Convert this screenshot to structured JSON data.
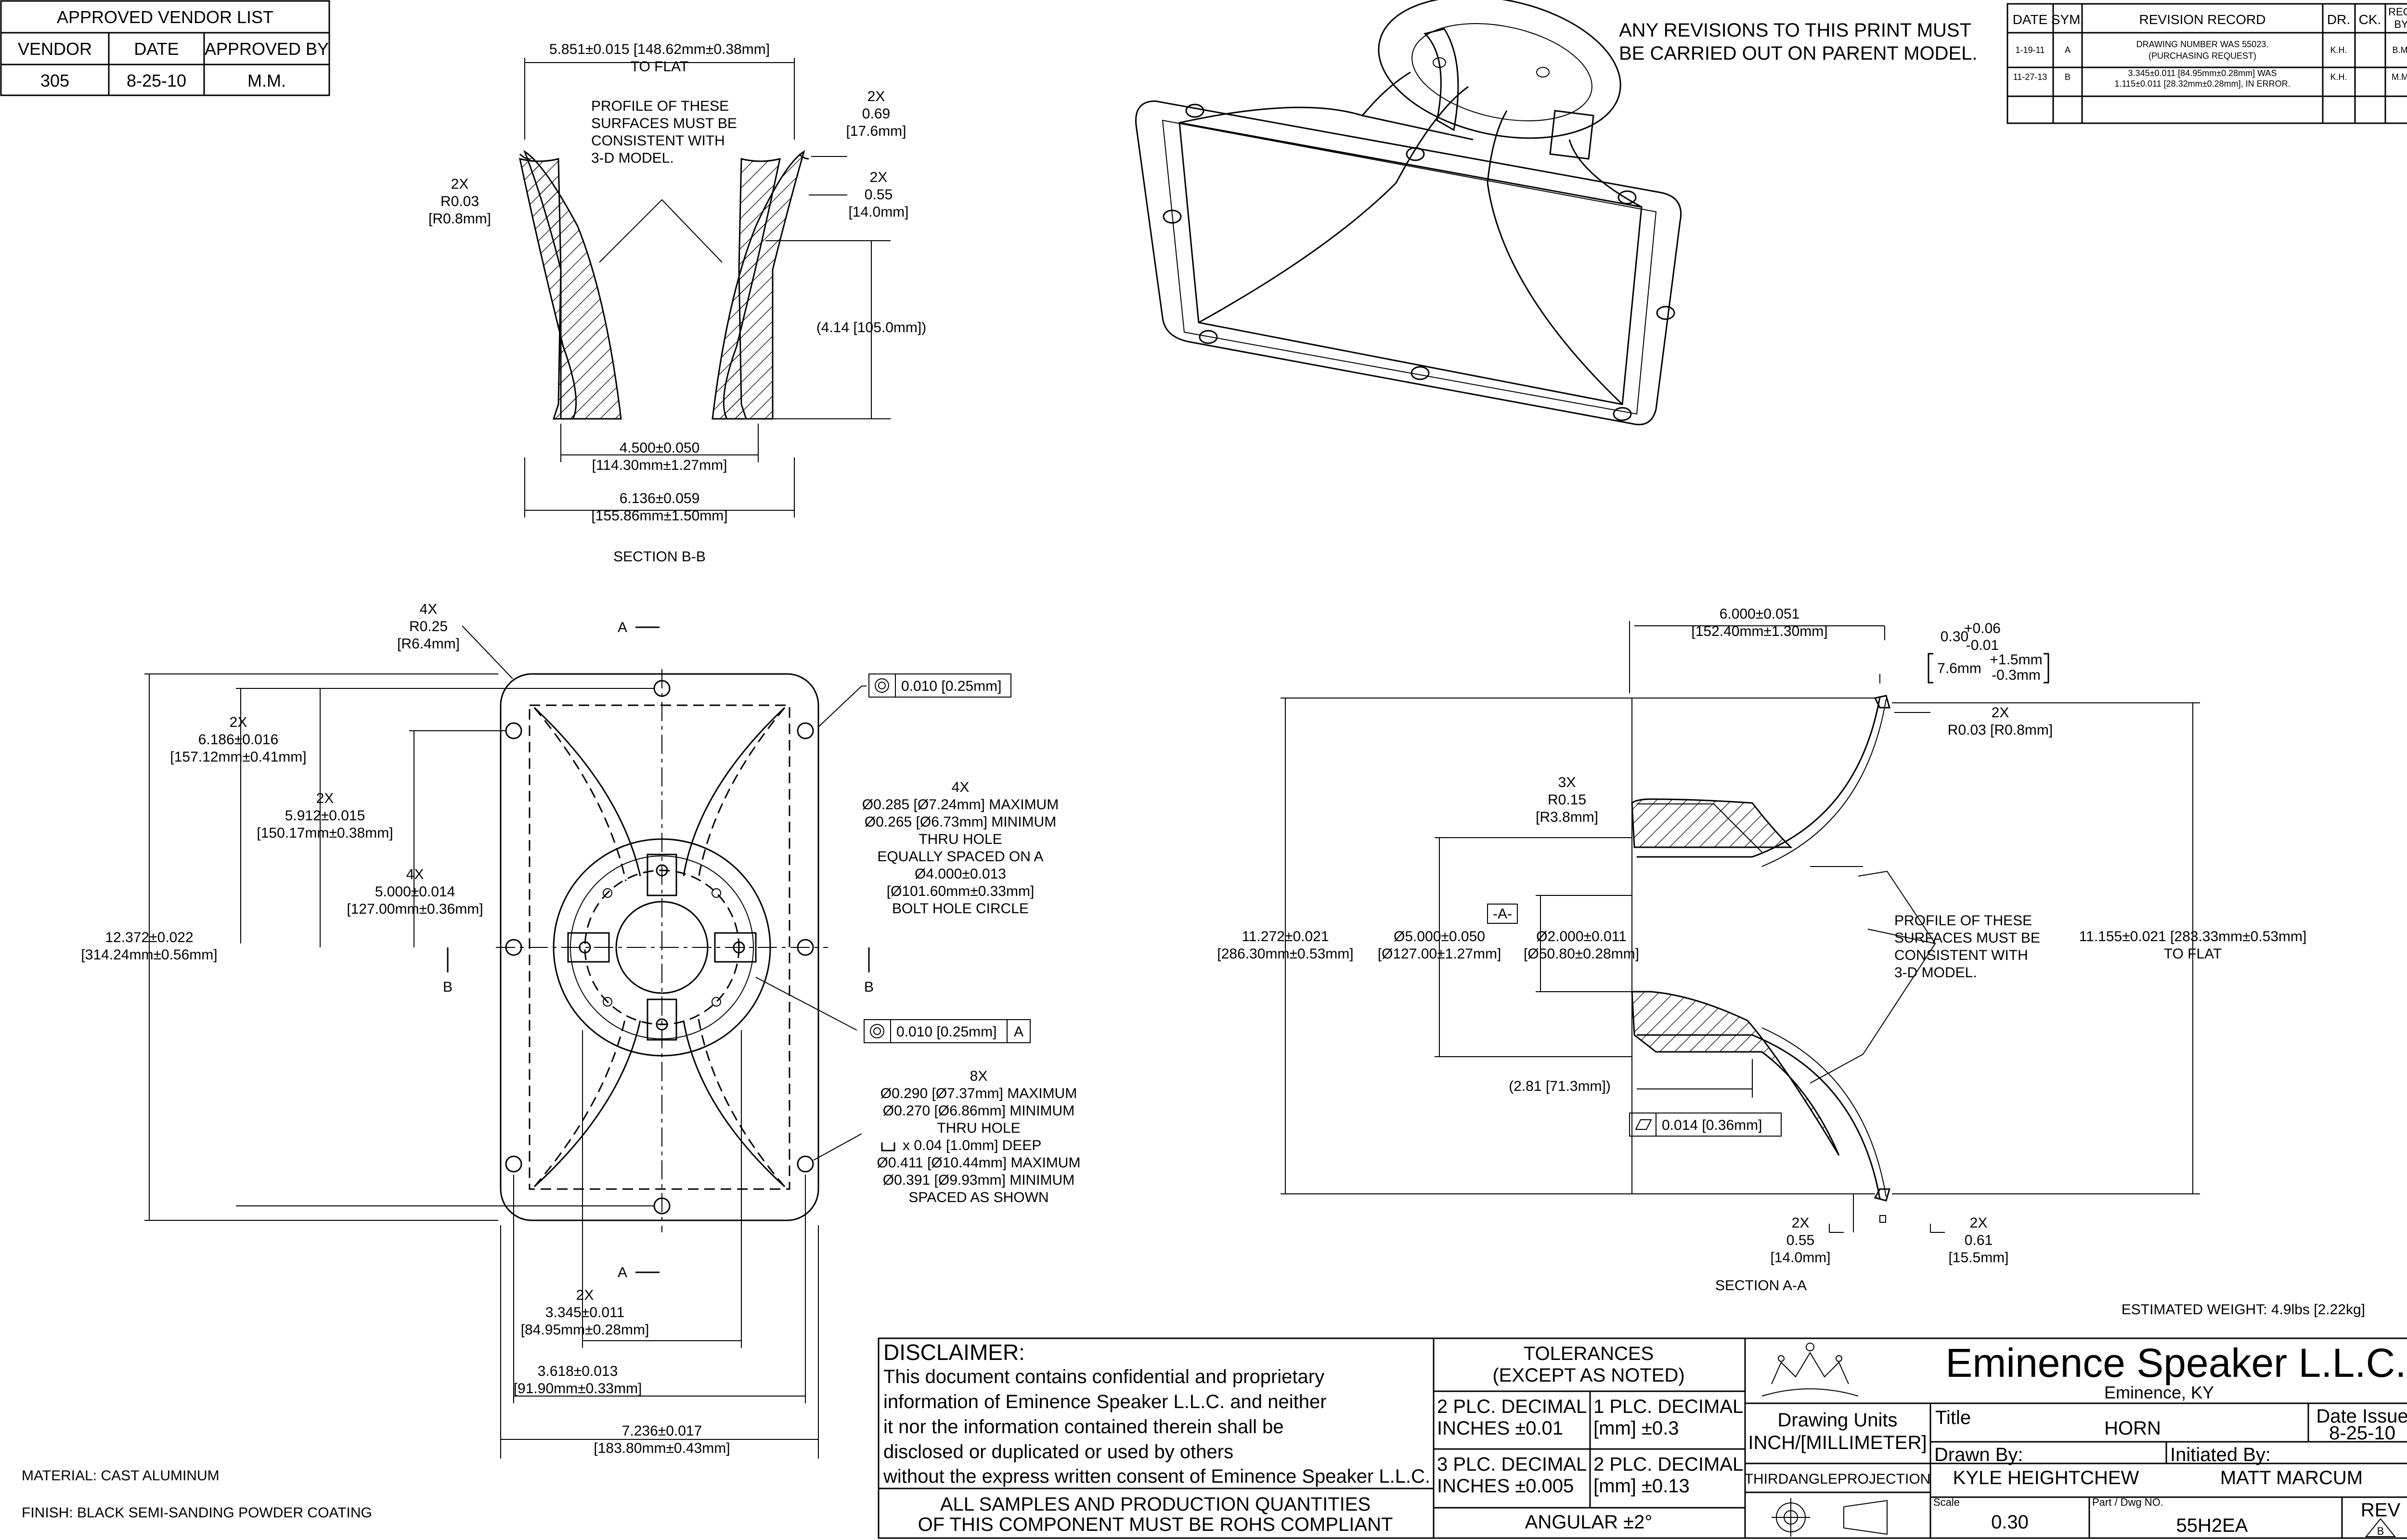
{
  "vendor_list": {
    "title": "APPROVED VENDOR LIST",
    "headers": [
      "VENDOR",
      "DATE",
      "APPROVED BY"
    ],
    "row": [
      "305",
      "8-25-10",
      "M.M."
    ]
  },
  "revision_note": [
    "ANY REVISIONS TO THIS PRINT MUST",
    "BE CARRIED OUT ON PARENT MODEL."
  ],
  "revision_table": {
    "headers": [
      "DATE",
      "SYM.",
      "REVISION RECORD",
      "DR.",
      "CK.",
      "REQ.",
      "BY"
    ],
    "rows": [
      {
        "date": "1-19-11",
        "sym": "A",
        "record": [
          "DRAWING NUMBER WAS 55023.",
          "(PURCHASING REQUEST)"
        ],
        "dr": "K.H.",
        "by": "B.M."
      },
      {
        "date": "11-27-13",
        "sym": "B",
        "record": [
          "3.345±0.011 [84.95mm±0.28mm] WAS",
          "1.115±0.011 [28.32mm±0.28mm], IN ERROR."
        ],
        "dr": "K.H.",
        "by": "M.M."
      }
    ]
  },
  "section_bb": {
    "top_dim": [
      "5.851±0.015 [148.62mm±0.38mm]",
      "TO FLAT"
    ],
    "profile_note": [
      "PROFILE OF THESE",
      "SURFACES MUST BE",
      "CONSISTENT WITH",
      "3-D MODEL."
    ],
    "radius": [
      "2X",
      "R0.03",
      "[R0.8mm]"
    ],
    "dim_069": [
      "2X",
      "0.69",
      "[17.6mm]"
    ],
    "dim_055": [
      "2X",
      "0.55",
      "[14.0mm]"
    ],
    "height": "(4.14 [105.0mm])",
    "inner": [
      "4.500±0.050",
      "[114.30mm±1.27mm]"
    ],
    "outer": [
      "6.136±0.059",
      "[155.86mm±1.50mm]"
    ],
    "label": "SECTION B-B"
  },
  "front_view": {
    "corner_radius": [
      "4X",
      "R0.25",
      "[R6.4mm]"
    ],
    "section_mark": "A",
    "section_mark_b": "B",
    "dim_6186": [
      "2X",
      "6.186±0.016",
      "[157.12mm±0.41mm]"
    ],
    "dim_5912": [
      "2X",
      "5.912±0.015",
      "[150.17mm±0.38mm]"
    ],
    "dim_5000": [
      "4X",
      "5.000±0.014",
      "[127.00mm±0.36mm]"
    ],
    "dim_12372": [
      "12.372±0.022",
      "[314.24mm±0.56mm]"
    ],
    "fcf_top": "0.010 [0.25mm]",
    "fcf_mid": "0.010 [0.25mm]",
    "fcf_datum": "A",
    "holes_4x": [
      "4X",
      "Ø0.285 [Ø7.24mm] MAXIMUM",
      "Ø0.265 [Ø6.73mm] MINIMUM",
      "THRU HOLE",
      "EQUALLY SPACED ON A",
      "Ø4.000±0.013",
      "[Ø101.60mm±0.33mm]",
      "BOLT HOLE CIRCLE"
    ],
    "holes_8x": [
      "8X",
      "Ø0.290 [Ø7.37mm] MAXIMUM",
      "Ø0.270 [Ø6.86mm] MINIMUM",
      "THRU HOLE",
      "x 0.04 [1.0mm] DEEP",
      "Ø0.411 [Ø10.44mm] MAXIMUM",
      "Ø0.391 [Ø9.93mm] MINIMUM",
      "SPACED AS SHOWN"
    ],
    "dim_3345": [
      "2X",
      "3.345±0.011",
      "[84.95mm±0.28mm]"
    ],
    "dim_3618": [
      "3.618±0.013",
      "[91.90mm±0.33mm]"
    ],
    "dim_7236": [
      "7.236±0.017",
      "[183.80mm±0.43mm]"
    ]
  },
  "section_aa": {
    "top_dim": [
      "6.000±0.051",
      "[152.40mm±1.30mm]"
    ],
    "tol_main": "0.30",
    "tol_plus": "+0.06",
    "tol_minus": "-0.01",
    "tol_mm": "7.6mm",
    "tol_mm_plus": "+1.5mm",
    "tol_mm_minus": "-0.3mm",
    "radius": [
      "2X",
      "R0.03 [R0.8mm]"
    ],
    "r015": [
      "3X",
      "R0.15",
      "[R3.8mm]"
    ],
    "datum": "-A-",
    "dia5": [
      "Ø5.000±0.050",
      "[Ø127.00±1.27mm]"
    ],
    "dia2": [
      "Ø2.000±0.011",
      "[Ø50.80±0.28mm]"
    ],
    "height_left": [
      "11.272±0.021",
      "[286.30mm±0.53mm]"
    ],
    "profile_note": [
      "PROFILE OF THESE",
      "SURFACES MUST BE",
      "CONSISTENT WITH",
      "3-D MODEL."
    ],
    "height_right": [
      "11.155±0.021 [283.33mm±0.53mm]",
      "TO FLAT"
    ],
    "depth": "(2.81 [71.3mm])",
    "flatness": "0.014 [0.36mm]",
    "dim_055": [
      "2X",
      "0.55",
      "[14.0mm]"
    ],
    "dim_061": [
      "2X",
      "0.61",
      "[15.5mm]"
    ],
    "label": "SECTION A-A"
  },
  "weight": "ESTIMATED WEIGHT: 4.9lbs [2.22kg]",
  "material": "MATERIAL: CAST ALUMINUM",
  "finish": "FINISH: BLACK SEMI-SANDING POWDER COATING",
  "title_block": {
    "disclaimer_title": "DISCLAIMER:",
    "disclaimer": [
      "This document contains confidential and proprietary",
      "information of Eminence Speaker L.L.C. and neither",
      "it nor the information contained therein shall be",
      "disclosed or duplicated or used by others",
      "without the express written consent of Eminence Speaker L.L.C."
    ],
    "rohs": [
      "ALL SAMPLES AND PRODUCTION QUANTITIES",
      "OF THIS COMPONENT MUST BE ROHS COMPLIANT"
    ],
    "tolerances_title": [
      "TOLERANCES",
      "(EXCEPT AS NOTED)"
    ],
    "tol_2plc_in": [
      "2 PLC. DECIMAL",
      "INCHES  ±0.01"
    ],
    "tol_1plc_mm": [
      "1 PLC. DECIMAL",
      "[mm]     ±0.3"
    ],
    "tol_3plc_in": [
      "3 PLC. DECIMAL",
      "INCHES  ±0.005"
    ],
    "tol_2plc_mm": [
      "2 PLC. DECIMAL",
      "[mm]     ±0.13"
    ],
    "angular": "ANGULAR ±2°",
    "company": "Eminence Speaker L.L.C.",
    "location": "Eminence, KY",
    "units": [
      "Drawing Units",
      "INCH/[MILLIMETER]"
    ],
    "projection": "THIRDANGLEPROJECTION",
    "title_label": "Title",
    "title": "HORN",
    "date_issue_label": "Date Issue",
    "date_issue": "8-25-10",
    "drawn_by_label": "Drawn By:",
    "drawn_by": "KYLE HEIGHTCHEW",
    "initiated_label": "Initiated By:",
    "initiated_by": "MATT MARCUM",
    "scale_label": "Scale",
    "scale": "0.30",
    "part_label": "Part / Dwg NO.",
    "part": "55H2EA",
    "rev_label": "REV",
    "rev": "B"
  }
}
